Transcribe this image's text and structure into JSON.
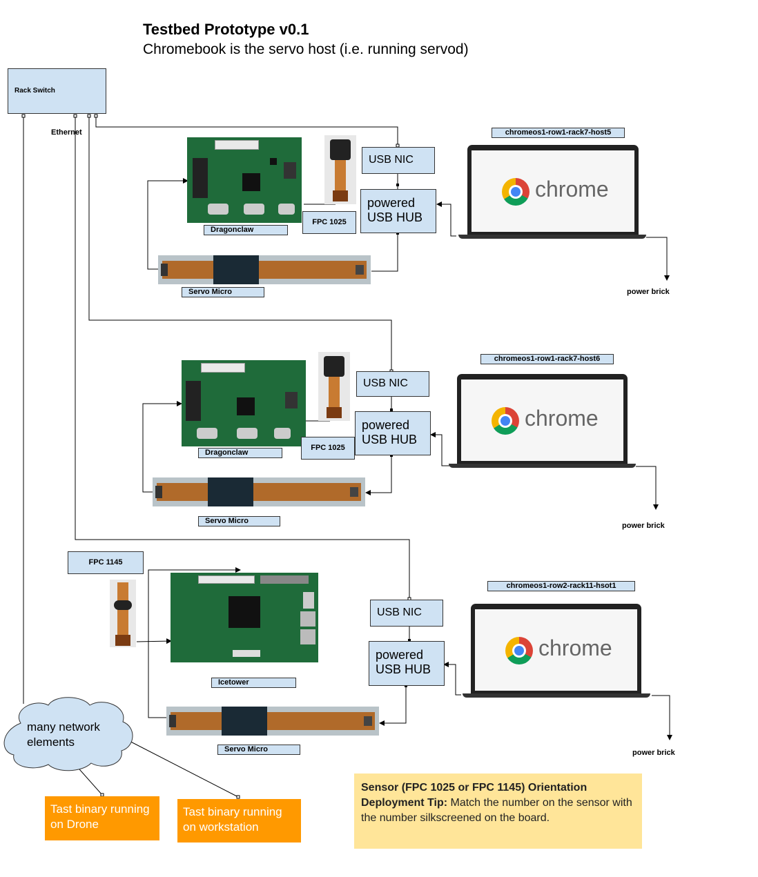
{
  "title": "Testbed Prototype v0.1",
  "subtitle": "Chromebook is the servo host (i.e. running servod)",
  "rack_switch": "Rack Switch",
  "ethernet": "Ethernet",
  "usb_nic": "USB NIC",
  "hub_line1": "powered",
  "hub_line2": "USB HUB",
  "power_brick": "power brick",
  "servo_micro": "Servo Micro",
  "dragonclaw": "Dragonclaw",
  "fpc1025": "FPC 1025",
  "fpc1145": "FPC 1145",
  "icetower": "Icetower",
  "chrome_text": "chrome",
  "hosts": [
    "chromeos1-row1-rack7-host5",
    "chromeos1-row1-rack7-host6",
    "chromeos1-row2-rack11-hsot1"
  ],
  "cloud_text": "many network elements",
  "drone": "Tast binary running on Drone",
  "workstation": "Tast binary running on workstation",
  "tip": {
    "heading": "Sensor (FPC 1025 or FPC 1145) Orientation Deployment Tip:",
    "body": " Match the number on the sensor with the number silkscreened on the board."
  },
  "colors": {
    "label_fill": "#cfe2f3",
    "pcb_green": "#1f6b3a",
    "flex_orange": "#c87b32",
    "orange_box": "#ff9900",
    "tip_fill": "#ffe599"
  }
}
